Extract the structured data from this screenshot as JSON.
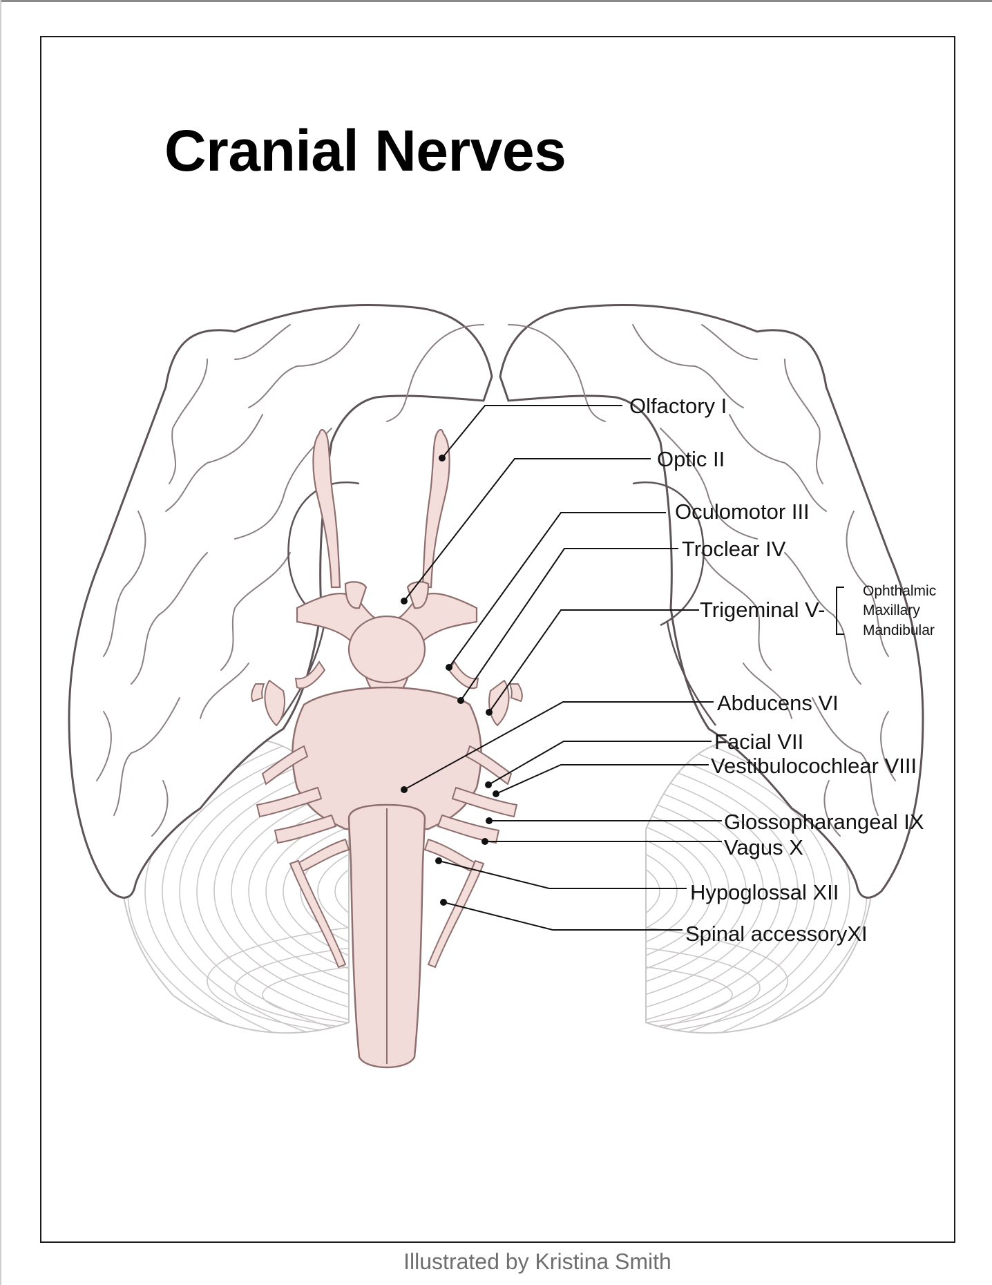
{
  "title": "Cranial Nerves",
  "credit": "Illustrated by Kristina Smith",
  "labels": {
    "olfactory": "Olfactory I",
    "optic": "Optic II",
    "oculomotor": "Oculomotor III",
    "trochlear": "Troclear IV",
    "trigeminal": "Trigeminal V-",
    "abducens": "Abducens VI",
    "facial": "Facial VII",
    "vestibulocochlear": "Vestibulocochlear VIII",
    "glossopharyngeal": "Glossopharangeal IX",
    "vagus": "Vagus X",
    "hypoglossal": "Hypoglossal XII",
    "spinal_accessory": "Spinal accessoryXI"
  },
  "trigeminal_branches": [
    "Ophthalmic",
    "Maxillary",
    "Mandibular"
  ],
  "colors": {
    "brain_outline": "#5e5356",
    "cerebellum_line": "#c9c6c6",
    "nerve_fill": "#f3dedb",
    "nerve_stroke": "#8e6f6d",
    "leader": "#111111"
  }
}
